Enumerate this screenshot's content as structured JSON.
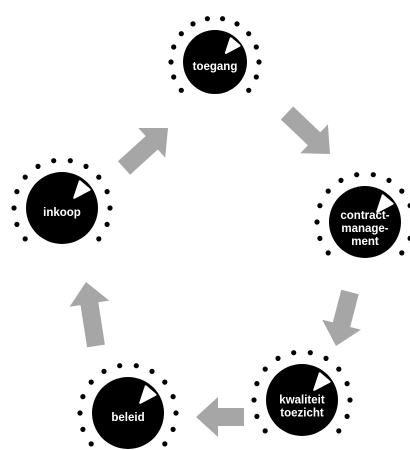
{
  "diagram": {
    "dials": [
      {
        "id": "toegang",
        "lines": [
          "toegang"
        ]
      },
      {
        "id": "contractmanagement",
        "lines": [
          "contract-",
          "manage-",
          "ment"
        ]
      },
      {
        "id": "kwaliteit-toezicht",
        "lines": [
          "kwaliteit",
          "toezicht"
        ]
      },
      {
        "id": "beleid",
        "lines": [
          "beleid"
        ]
      },
      {
        "id": "inkoop",
        "lines": [
          "inkoop"
        ]
      }
    ],
    "colors": {
      "dial_fill": "#000000",
      "dot_fill": "#000000",
      "pointer_fill": "#ffffff",
      "label_color": "#ffffff",
      "arrow_fill": "#a6a6a6"
    }
  }
}
